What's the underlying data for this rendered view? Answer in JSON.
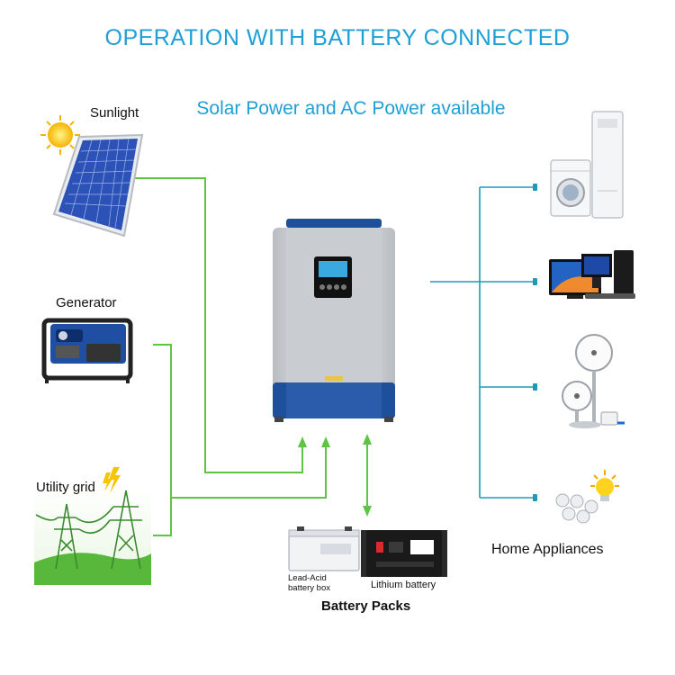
{
  "header": {
    "title": "OPERATION WITH BATTERY CONNECTED",
    "subtitle": "Solar Power and AC Power available"
  },
  "sources": {
    "sunlight": "Sunlight",
    "generator": "Generator",
    "utility_grid": "Utility grid"
  },
  "loads": {
    "label": "Home Appliances"
  },
  "batteries": {
    "lead_acid": "Lead-Acid battery box",
    "lithium": "Lithium battery",
    "label": "Battery Packs"
  },
  "colors": {
    "title": "#1e9fd8",
    "green_line": "#5ec445",
    "blue_line": "#1d9ab8",
    "inverter_blue": "#1e4f9a",
    "inverter_silver": "#d3d5d8"
  },
  "icons": [
    "sun-icon",
    "solar-panel-icon",
    "generator-icon",
    "power-tower-icon",
    "lightning-icon",
    "inverter-icon",
    "air-conditioner-icon",
    "washing-machine-icon",
    "tv-icon",
    "computer-icon",
    "fan-icon",
    "light-bulb-icon",
    "lead-acid-battery-icon",
    "lithium-battery-icon"
  ]
}
